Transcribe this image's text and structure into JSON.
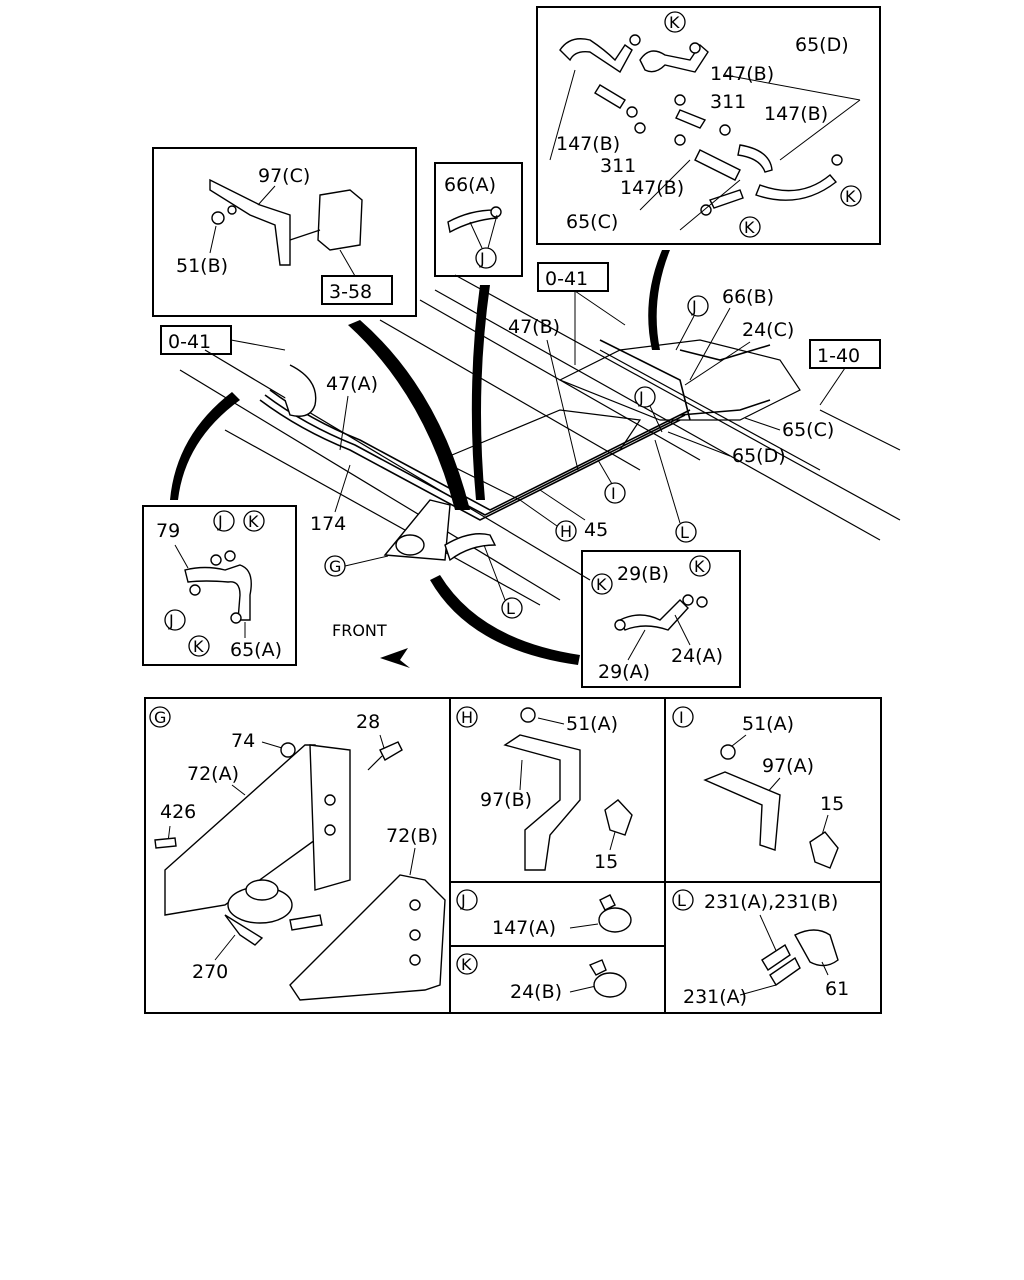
{
  "refs": {
    "r_0_41_left": "0-41",
    "r_0_41_right": "0-41",
    "r_3_58": "3-58",
    "r_1_40": "1-40"
  },
  "labels": {
    "p97c": "97(C)",
    "p51b": "51(B)",
    "p66a": "66(A)",
    "p47a": "47(A)",
    "p47b": "47(B)",
    "p66b": "66(B)",
    "p24c": "24(C)",
    "p65c_main": "65(C)",
    "p65d_main": "65(D)",
    "p174": "174",
    "p45": "45",
    "p79": "79",
    "p65a": "65(A)",
    "p29b": "29(B)",
    "p29a": "29(A)",
    "p24a": "24(A)",
    "front": "FRONT",
    "p65d_top": "65(D)",
    "p147b_1": "147(B)",
    "p311_1": "311",
    "p147b_2": "147(B)",
    "p147b_3": "147(B)",
    "p311_2": "311",
    "p147b_4": "147(B)",
    "p65c_top": "65(C)",
    "g74": "74",
    "g28": "28",
    "g72a": "72(A)",
    "g426": "426",
    "g72b": "72(B)",
    "g270": "270",
    "h51a": "51(A)",
    "h97b": "97(B)",
    "h15": "15",
    "i51a": "51(A)",
    "i97a": "97(A)",
    "i15": "15",
    "j147a": "147(A)",
    "k24b": "24(B)",
    "l231ab": "231(A),231(B)",
    "l61": "61",
    "l231a": "231(A)"
  },
  "letters": {
    "G": "G",
    "H": "H",
    "I": "I",
    "J": "J",
    "K": "K",
    "L": "L"
  }
}
